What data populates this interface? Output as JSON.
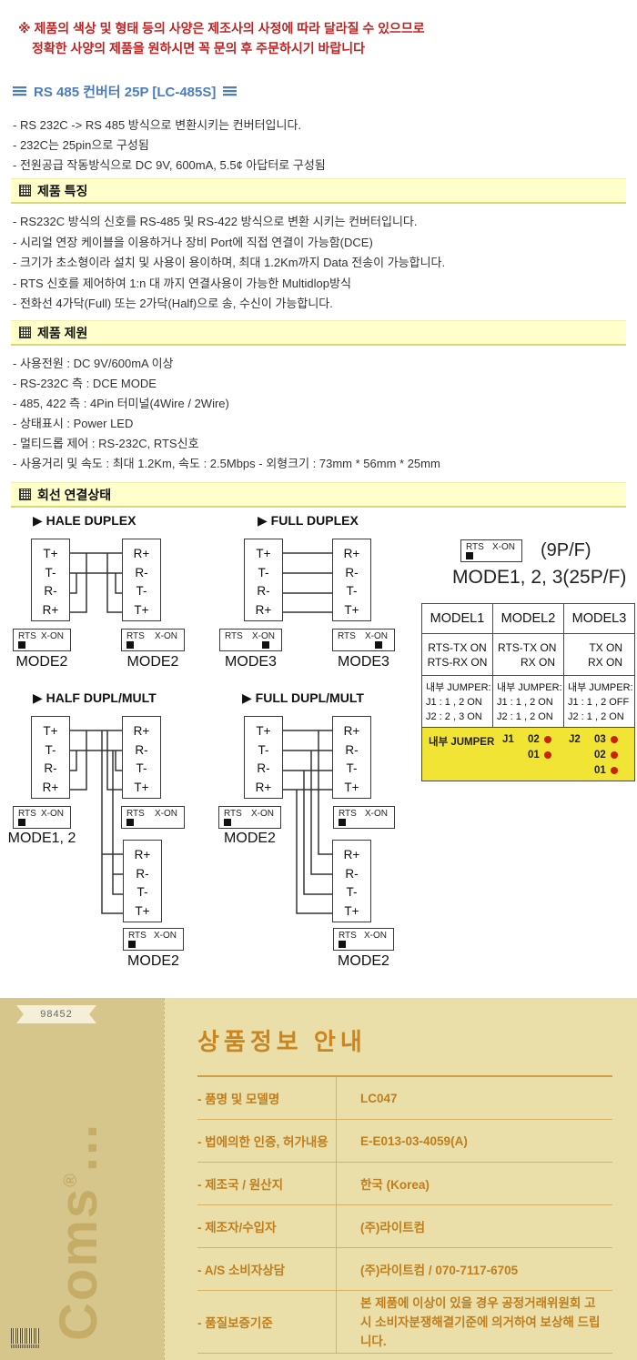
{
  "colors": {
    "title_blue": "#4b7cc0",
    "notice_red": "#c32222",
    "band_bg": "#ffffcc",
    "jumper_yellow": "#f2e434",
    "dot_red": "#cc2200",
    "footer_left_bg": "#d7c68c",
    "footer_right_bg": "#eadfa9",
    "footer_orange": "#ca8420"
  },
  "notice": {
    "line1": "※ 제품의 색상 및 형태 등의 사양은 제조사의 사정에 따라 달라질 수 있으므로",
    "line2": "정확한 사양의 제품을 원하시면 꼭 문의 후 주문하시기 바랍니다"
  },
  "header": {
    "title": "RS 485 컨버터 25P [LC-485S]"
  },
  "intro": [
    "- RS 232C -> RS 485 방식으로 변환시키는 컨버터입니다.",
    "- 232C는 25pin으로 구성됨",
    "- 전원공급 작동방식으로 DC 9V, 600mA, 5.5¢ 아답터로 구성됨"
  ],
  "features": {
    "heading": "제품 특징",
    "items": [
      "- RS232C 방식의 신호를 RS-485 및 RS-422 방식으로 변환 시키는 컨버터입니다.",
      "- 시리얼 연장 케이블을 이용하거나 장비 Port에 직접 연결이 가능함(DCE)",
      "- 크기가 초소형이라 설치 및 사용이 용이하며, 최대 1.2Km까지 Data 전송이 가능합니다.",
      "- RTS 신호를 제어하여 1:n 대 까지 연결사용이 가능한 Multidlop방식",
      "- 전화선 4가닥(Full) 또는 2가닥(Half)으로 송, 수신이 가능합니다."
    ]
  },
  "specs": {
    "heading": "제품 제원",
    "items": [
      "- 사용전원 : DC 9V/600mA 이상",
      "- RS-232C 측 : DCE MODE",
      "- 485, 422 측 : 4Pin 터미널(4Wire / 2Wire)",
      "- 상태표시 : Power LED",
      "- 멀티드롭 제어 : RS-232C, RTS신호",
      "- 사용거리 및 속도 : 최대 1.2Km, 속도 : 2.5Mbps - 외형크기 : 73mm * 56mm * 25mm"
    ]
  },
  "wiring": {
    "heading": "회선 연결상태"
  },
  "diagram": {
    "pins_left": [
      "T+",
      "T-",
      "R-",
      "R+"
    ],
    "pins_right": [
      "R+",
      "R-",
      "T-",
      "T+"
    ],
    "rts_label": "RTS",
    "xon_label": "X-ON",
    "note_9p": "(9P/F)",
    "note_modes": "MODE1, 2, 3(25P/F)",
    "groups": {
      "g1": {
        "title": "▶ HALE DUPLEX",
        "mode_left": "MODE2",
        "mode_right": "MODE2"
      },
      "g2": {
        "title": "▶ FULL DUPLEX",
        "mode_left": "MODE3",
        "mode_right": "MODE3"
      },
      "g3": {
        "title": "▶ HALF DUPL/MULT",
        "mode_left": "MODE1, 2",
        "mode_bottom": "MODE2"
      },
      "g4": {
        "title": "▶ FULL DUPL/MULT",
        "mode_left": "MODE2",
        "mode_bottom": "MODE2"
      }
    }
  },
  "model_table": {
    "headers": [
      "MODEL1",
      "MODEL2",
      "MODEL3"
    ],
    "signals": [
      [
        "RTS-TX ON",
        "RTS-RX ON"
      ],
      [
        "RTS-TX ON",
        "RX ON"
      ],
      [
        "TX ON",
        "RX ON"
      ]
    ],
    "jumpers": [
      [
        "내부 JUMPER:",
        "J1 : 1 , 2 ON",
        "J2 : 2 , 3 ON"
      ],
      [
        "내부 JUMPER:",
        "J1 : 1 , 2 ON",
        "J2 : 1 , 2 ON"
      ],
      [
        "내부 JUMPER:",
        "J1 : 1 , 2 OFF",
        "J2 : 1 , 2 ON"
      ]
    ],
    "jumper_row": {
      "label": "내부 JUMPER",
      "j1_label": "J1",
      "j2_label": "J2",
      "j1_pins": [
        "02",
        "01"
      ],
      "j2_pins": [
        "03",
        "02",
        "01"
      ]
    }
  },
  "footer": {
    "badge": "98452",
    "logo": "Coms",
    "logo_reg": "®",
    "logo_dots": "...",
    "title": "상품정보 안내",
    "rows": [
      {
        "label": "- 품명 및 모델명",
        "value": "LC047"
      },
      {
        "label": "- 법에의한 인증, 허가내용",
        "value": "E-E013-03-4059(A)"
      },
      {
        "label": "- 제조국 / 원산지",
        "value": "한국 (Korea)"
      },
      {
        "label": "- 제조자/수입자",
        "value": "(주)라이트컴"
      },
      {
        "label": "- A/S 소비자상담",
        "value": "(주)라이트컴 / 070-7117-6705"
      },
      {
        "label": "- 품질보증기준",
        "value": "본 제품에 이상이 있을 경우 공정거래위원회 고시 소비자분쟁해결기준에 의거하여 보상해 드립니다."
      }
    ]
  }
}
